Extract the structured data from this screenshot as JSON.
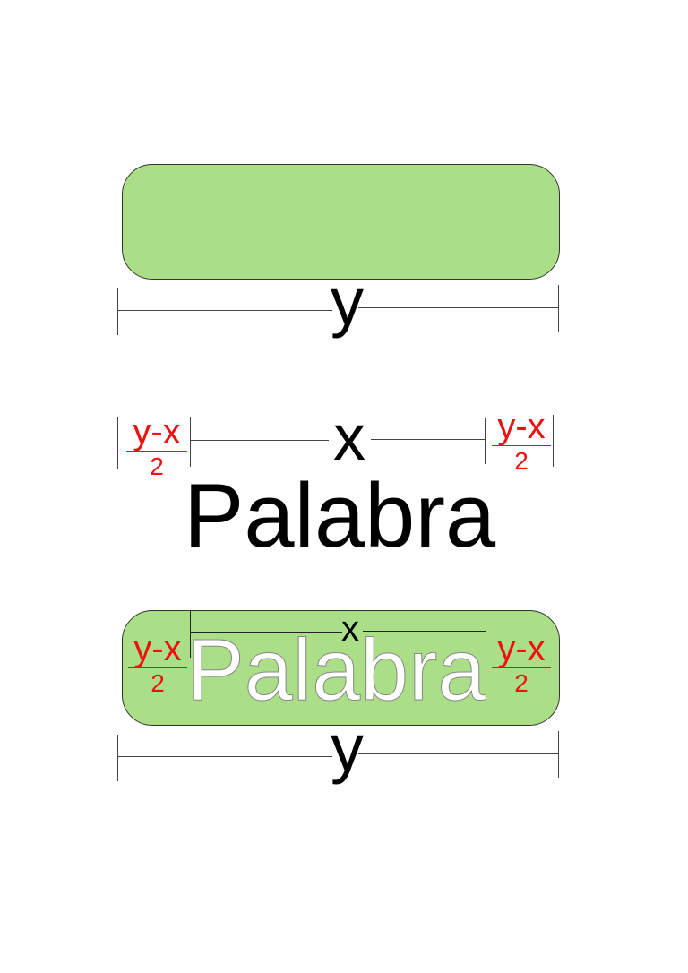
{
  "diagram": {
    "top": {
      "label_width": "y"
    },
    "middle": {
      "label_width": "x",
      "left_fraction": {
        "numerator": "y-x",
        "denominator": "2"
      },
      "right_fraction": {
        "numerator": "y-x",
        "denominator": "2"
      },
      "word": "Palabra"
    },
    "bottom": {
      "label_inner": "x",
      "label_width": "y",
      "left_fraction": {
        "numerator": "y-x",
        "denominator": "2"
      },
      "right_fraction": {
        "numerator": "y-x",
        "denominator": "2"
      },
      "word": "Palabra"
    },
    "colors": {
      "box_fill": "#aadf88",
      "fraction_text": "#ee1111",
      "outline_word_fill": "#ffffff"
    }
  }
}
